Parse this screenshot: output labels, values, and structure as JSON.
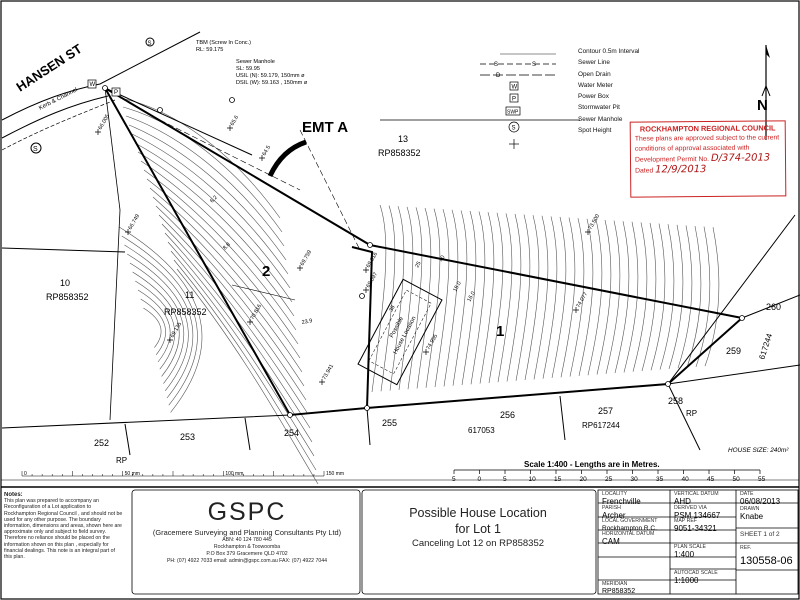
{
  "header": {
    "street": "HANSEN ST",
    "kerb": "Kerb & Channel",
    "tbm": "TBM (Screw In Conc.)",
    "tbm_rl": "RL: 59.175",
    "sewer_manhole": "Sewer Manhole",
    "sewer_sl": "SL: 59.95",
    "usil": "USIL (N): 59.179, 150mm ø",
    "dsil": "DSIL (W): 59.163 , 150mm ø",
    "easement": "EMT A",
    "north": "N"
  },
  "legend": {
    "items": [
      {
        "symbol": "contour",
        "label": "Contour 0.5m Interval"
      },
      {
        "symbol": "sewer",
        "label": "Sewer Line"
      },
      {
        "symbol": "drain",
        "label": "Open Drain"
      },
      {
        "symbol": "water",
        "label": "Water Meter"
      },
      {
        "symbol": "power",
        "label": "Power Box"
      },
      {
        "symbol": "stormwater",
        "label": "Stormwater Pit"
      },
      {
        "symbol": "manhole",
        "label": "Sewer Manhole"
      },
      {
        "symbol": "spot",
        "label": "Spot Height"
      }
    ],
    "symbol_text": {
      "sewer": "S",
      "drain": "D",
      "water": "W",
      "power": "P",
      "stormwater": "SWP"
    }
  },
  "stamp": {
    "title": "ROCKHAMPTON REGIONAL COUNCIL",
    "line1": "These plans are approved subject to the current",
    "line2": "conditions of approval associated with",
    "permit_label": "Development Permit No.",
    "permit_no": "D/374-2013",
    "dated_label": "Dated",
    "dated": "12/9/2013"
  },
  "lots": {
    "lot13": "13",
    "rp13": "RP858352",
    "lot10": "10",
    "rp10": "RP858352",
    "lot11": "11",
    "rp11": "RP858352",
    "lot1": "1",
    "lot2": "2",
    "lot260": "260",
    "lot259": "259",
    "rp259": "617244",
    "lot258": "258",
    "rp258": "RP",
    "lot257": "257",
    "rp257": "RP617244",
    "lot256": "256",
    "rp256": "617053",
    "lot255": "255",
    "lot254": "254",
    "lot253": "253",
    "lot252": "252",
    "rp252": "RP"
  },
  "house": {
    "label_a": "Possible",
    "label_b": "House Location",
    "size": "HOUSE SIZE: 240m²"
  },
  "spot_heights": [
    "66.005",
    "66.749",
    "69.759",
    "69.135",
    "69.016",
    "70.816",
    "73.941",
    "74.955",
    "73.500",
    "74.077",
    "69.097",
    "65.6",
    "64.5"
  ],
  "dims": [
    "6.2",
    "8.8",
    "23.9",
    "15.0",
    "16.0",
    "25",
    "40",
    "38"
  ],
  "scale": {
    "text": "Scale 1:400 - Lengths are in Metres.",
    "ticks": [
      "5",
      "0",
      "5",
      "10",
      "15",
      "20",
      "25",
      "30",
      "35",
      "40",
      "45",
      "50",
      "55"
    ],
    "ruler": [
      "0",
      "50 mm",
      "100 mm",
      "150 mm"
    ]
  },
  "notes": {
    "heading": "Notes:",
    "text": "This plan was prepared to accompany an Reconfiguration of a Lot application to Rockhampton Regional Council , and should not be used for any other purpose. The boundary information, dimensions and areas, shown here are approximate only and subject to field survey. Therefore no reliance should be placed on the information shown on this plan , especially for financial dealings. This note is an integral part of this plan."
  },
  "company": {
    "logo": "GSPC",
    "name": "(Gracemere Surveying and Planning Consultants Pty Ltd)",
    "abn": "ABN: 40 124 780 445",
    "towns": "Rockhampton & Toowoomba",
    "po": "P.O Box 379 Gracemere QLD 4702",
    "contact": "PH: (07) 4922 7033   email: admin@gspc.com.au   FAX: (07) 4922 7044"
  },
  "title": {
    "line1": "Possible House Location",
    "line2": "for Lot 1",
    "line3": "Canceling Lot 12 on RP858352"
  },
  "info": {
    "locality_label": "LOCALITY",
    "locality": "Frenchville",
    "parish_label": "PARISH",
    "parish": "Archer",
    "lg_label": "LOCAL GOVERNMENT",
    "lg": "Rockhampton R.C.",
    "meridian_label": "MERIDIAN",
    "meridian": "RP858352",
    "vdatum_label": "VERTICAL DATUM",
    "vdatum": "AHD",
    "derived_label": "DERIVED VIA",
    "derived": "PSM 134667",
    "map_label": "MAP REF",
    "map": "9051-34321",
    "hdatum_label": "HORIZONTAL DATUM",
    "hdatum": "CAM",
    "plan_scale_label": "PLAN SCALE",
    "plan_scale": "1:400",
    "auto_scale_label": "AUTOCAD SCALE",
    "auto_scale": "1:1000",
    "date_label": "DATE",
    "date": "06/08/2013",
    "drawn_label": "DRAWN",
    "drawn": "Knabe",
    "sheet": "SHEET 1 of 2",
    "ref_label": "REF.",
    "ref": "130558-06"
  }
}
